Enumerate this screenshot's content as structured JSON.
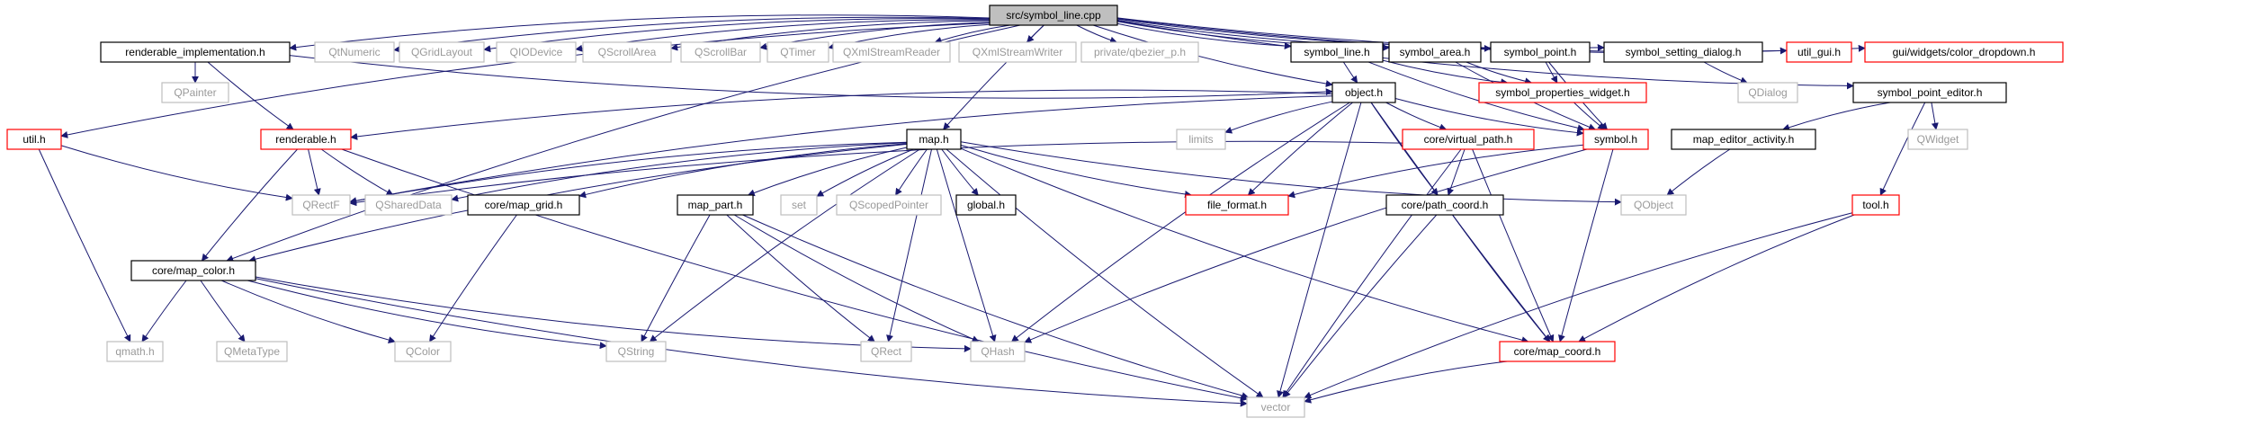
{
  "graph": {
    "nodes": [
      {
        "id": "symbol_line_cpp",
        "label": "src/symbol_line.cpp",
        "style": "root"
      },
      {
        "id": "util_h",
        "label": "util.h",
        "style": "red"
      },
      {
        "id": "core_map_color_h",
        "label": "core/map_color.h",
        "style": "black"
      },
      {
        "id": "renderable_impl_h",
        "label": "renderable_implementation.h",
        "style": "black"
      },
      {
        "id": "QtNumeric",
        "label": "QtNumeric",
        "style": "gray"
      },
      {
        "id": "QGridLayout",
        "label": "QGridLayout",
        "style": "gray"
      },
      {
        "id": "QIODevice",
        "label": "QIODevice",
        "style": "gray"
      },
      {
        "id": "QScrollArea",
        "label": "QScrollArea",
        "style": "gray"
      },
      {
        "id": "QScrollBar",
        "label": "QScrollBar",
        "style": "gray"
      },
      {
        "id": "QTimer",
        "label": "QTimer",
        "style": "gray"
      },
      {
        "id": "QXmlStreamReader",
        "label": "QXmlStreamReader",
        "style": "gray"
      },
      {
        "id": "QXmlStreamWriter",
        "label": "QXmlStreamWriter",
        "style": "gray"
      },
      {
        "id": "qbezier_p_h",
        "label": "private/qbezier_p.h",
        "style": "gray"
      },
      {
        "id": "symbol_line_h",
        "label": "symbol_line.h",
        "style": "black"
      },
      {
        "id": "symbol_area_h",
        "label": "symbol_area.h",
        "style": "black"
      },
      {
        "id": "symbol_point_h",
        "label": "symbol_point.h",
        "style": "black"
      },
      {
        "id": "symbol_setting_dialog_h",
        "label": "symbol_setting_dialog.h",
        "style": "black"
      },
      {
        "id": "util_gui_h",
        "label": "util_gui.h",
        "style": "red"
      },
      {
        "id": "color_dropdown_h",
        "label": "gui/widgets/color_dropdown.h",
        "style": "red"
      },
      {
        "id": "QPainter",
        "label": "QPainter",
        "style": "gray"
      },
      {
        "id": "object_h",
        "label": "object.h",
        "style": "black"
      },
      {
        "id": "symbol_properties_widget_h",
        "label": "symbol_properties_widget.h",
        "style": "red"
      },
      {
        "id": "QDialog",
        "label": "QDialog",
        "style": "gray"
      },
      {
        "id": "symbol_point_editor_h",
        "label": "symbol_point_editor.h",
        "style": "black"
      },
      {
        "id": "renderable_h",
        "label": "renderable.h",
        "style": "red"
      },
      {
        "id": "map_h",
        "label": "map.h",
        "style": "black"
      },
      {
        "id": "limits",
        "label": "limits",
        "style": "gray"
      },
      {
        "id": "core_virtual_path_h",
        "label": "core/virtual_path.h",
        "style": "red"
      },
      {
        "id": "symbol_h",
        "label": "symbol.h",
        "style": "red"
      },
      {
        "id": "map_editor_activity_h",
        "label": "map_editor_activity.h",
        "style": "black"
      },
      {
        "id": "QWidget",
        "label": "QWidget",
        "style": "gray"
      },
      {
        "id": "QRectF",
        "label": "QRectF",
        "style": "gray"
      },
      {
        "id": "QSharedData",
        "label": "QSharedData",
        "style": "gray"
      },
      {
        "id": "core_map_grid_h",
        "label": "core/map_grid.h",
        "style": "black"
      },
      {
        "id": "map_part_h",
        "label": "map_part.h",
        "style": "black"
      },
      {
        "id": "set",
        "label": "set",
        "style": "gray"
      },
      {
        "id": "QScopedPointer",
        "label": "QScopedPointer",
        "style": "gray"
      },
      {
        "id": "global_h",
        "label": "global.h",
        "style": "black"
      },
      {
        "id": "file_format_h",
        "label": "file_format.h",
        "style": "red"
      },
      {
        "id": "core_path_coord_h",
        "label": "core/path_coord.h",
        "style": "black"
      },
      {
        "id": "QObject",
        "label": "QObject",
        "style": "gray"
      },
      {
        "id": "tool_h",
        "label": "tool.h",
        "style": "red"
      },
      {
        "id": "qmath_h",
        "label": "qmath.h",
        "style": "gray"
      },
      {
        "id": "QMetaType",
        "label": "QMetaType",
        "style": "gray"
      },
      {
        "id": "QColor",
        "label": "QColor",
        "style": "gray"
      },
      {
        "id": "QString",
        "label": "QString",
        "style": "gray"
      },
      {
        "id": "QRect",
        "label": "QRect",
        "style": "gray"
      },
      {
        "id": "QHash",
        "label": "QHash",
        "style": "gray"
      },
      {
        "id": "core_map_coord_h",
        "label": "core/map_coord.h",
        "style": "red"
      },
      {
        "id": "vector",
        "label": "vector",
        "style": "gray"
      }
    ],
    "edges": [
      [
        "symbol_line_cpp",
        "util_h"
      ],
      [
        "symbol_line_cpp",
        "core_map_color_h"
      ],
      [
        "symbol_line_cpp",
        "renderable_impl_h"
      ],
      [
        "symbol_line_cpp",
        "QtNumeric"
      ],
      [
        "symbol_line_cpp",
        "QGridLayout"
      ],
      [
        "symbol_line_cpp",
        "QIODevice"
      ],
      [
        "symbol_line_cpp",
        "QScrollArea"
      ],
      [
        "symbol_line_cpp",
        "QScrollBar"
      ],
      [
        "symbol_line_cpp",
        "QTimer"
      ],
      [
        "symbol_line_cpp",
        "QXmlStreamReader"
      ],
      [
        "symbol_line_cpp",
        "QXmlStreamWriter"
      ],
      [
        "symbol_line_cpp",
        "qbezier_p_h"
      ],
      [
        "symbol_line_cpp",
        "map_h"
      ],
      [
        "symbol_line_cpp",
        "object_h"
      ],
      [
        "symbol_line_cpp",
        "symbol_line_h"
      ],
      [
        "symbol_line_cpp",
        "symbol_area_h"
      ],
      [
        "symbol_line_cpp",
        "symbol_point_h"
      ],
      [
        "symbol_line_cpp",
        "symbol_setting_dialog_h"
      ],
      [
        "symbol_line_cpp",
        "util_gui_h"
      ],
      [
        "symbol_line_cpp",
        "color_dropdown_h"
      ],
      [
        "symbol_line_cpp",
        "symbol_point_editor_h"
      ],
      [
        "renderable_impl_h",
        "QPainter"
      ],
      [
        "renderable_impl_h",
        "renderable_h"
      ],
      [
        "renderable_impl_h",
        "object_h"
      ],
      [
        "symbol_line_h",
        "object_h"
      ],
      [
        "symbol_line_h",
        "symbol_properties_widget_h"
      ],
      [
        "symbol_line_h",
        "symbol_h"
      ],
      [
        "symbol_area_h",
        "symbol_properties_widget_h"
      ],
      [
        "symbol_area_h",
        "symbol_h"
      ],
      [
        "symbol_point_h",
        "symbol_properties_widget_h"
      ],
      [
        "symbol_point_h",
        "symbol_h"
      ],
      [
        "symbol_setting_dialog_h",
        "QDialog"
      ],
      [
        "symbol_properties_widget_h",
        "symbol_h"
      ],
      [
        "symbol_point_editor_h",
        "map_editor_activity_h"
      ],
      [
        "symbol_point_editor_h",
        "QWidget"
      ],
      [
        "symbol_point_editor_h",
        "tool_h"
      ],
      [
        "object_h",
        "renderable_h"
      ],
      [
        "object_h",
        "QRectF"
      ],
      [
        "object_h",
        "limits"
      ],
      [
        "object_h",
        "core_virtual_path_h"
      ],
      [
        "object_h",
        "symbol_h"
      ],
      [
        "object_h",
        "file_format_h"
      ],
      [
        "object_h",
        "core_path_coord_h"
      ],
      [
        "object_h",
        "core_map_coord_h"
      ],
      [
        "object_h",
        "QHash"
      ],
      [
        "object_h",
        "vector"
      ],
      [
        "util_h",
        "QRectF"
      ],
      [
        "util_h",
        "qmath_h"
      ],
      [
        "renderable_h",
        "core_map_color_h"
      ],
      [
        "renderable_h",
        "QRectF"
      ],
      [
        "renderable_h",
        "QSharedData"
      ],
      [
        "renderable_h",
        "vector"
      ],
      [
        "map_h",
        "QRectF"
      ],
      [
        "map_h",
        "QSharedData"
      ],
      [
        "map_h",
        "core_map_grid_h"
      ],
      [
        "map_h",
        "map_part_h"
      ],
      [
        "map_h",
        "set"
      ],
      [
        "map_h",
        "QScopedPointer"
      ],
      [
        "map_h",
        "global_h"
      ],
      [
        "map_h",
        "file_format_h"
      ],
      [
        "map_h",
        "QObject"
      ],
      [
        "map_h",
        "core_map_coord_h"
      ],
      [
        "map_h",
        "QString"
      ],
      [
        "map_h",
        "QRect"
      ],
      [
        "map_h",
        "QHash"
      ],
      [
        "map_h",
        "vector"
      ],
      [
        "map_h",
        "core_map_color_h"
      ],
      [
        "core_virtual_path_h",
        "QRectF"
      ],
      [
        "core_virtual_path_h",
        "core_path_coord_h"
      ],
      [
        "core_virtual_path_h",
        "core_map_coord_h"
      ],
      [
        "core_virtual_path_h",
        "vector"
      ],
      [
        "symbol_h",
        "file_format_h"
      ],
      [
        "symbol_h",
        "QHash"
      ],
      [
        "symbol_h",
        "core_map_coord_h"
      ],
      [
        "map_editor_activity_h",
        "QObject"
      ],
      [
        "core_map_color_h",
        "qmath_h"
      ],
      [
        "core_map_color_h",
        "QMetaType"
      ],
      [
        "core_map_color_h",
        "QColor"
      ],
      [
        "core_map_color_h",
        "QString"
      ],
      [
        "core_map_color_h",
        "QHash"
      ],
      [
        "core_map_color_h",
        "vector"
      ],
      [
        "core_map_grid_h",
        "QColor"
      ],
      [
        "map_part_h",
        "QString"
      ],
      [
        "map_part_h",
        "QRect"
      ],
      [
        "map_part_h",
        "QHash"
      ],
      [
        "map_part_h",
        "vector"
      ],
      [
        "core_path_coord_h",
        "core_map_coord_h"
      ],
      [
        "core_path_coord_h",
        "vector"
      ],
      [
        "tool_h",
        "core_map_coord_h"
      ],
      [
        "tool_h",
        "vector"
      ],
      [
        "core_map_coord_h",
        "vector"
      ]
    ]
  }
}
